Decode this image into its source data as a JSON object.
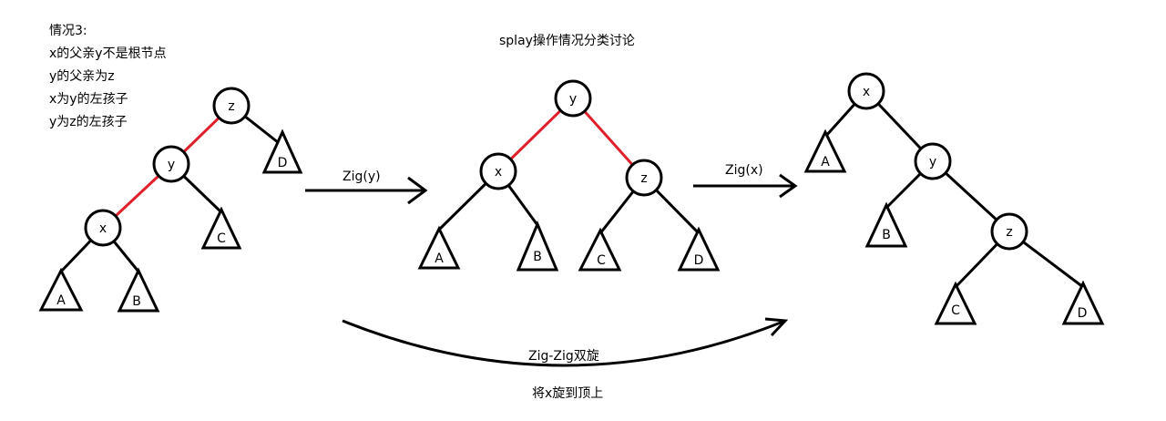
{
  "title": "splay操作情况分类讨论",
  "case_notes": [
    "情况3:",
    "x的父亲y不是根节点",
    "y的父亲为z",
    "x为y的左孩子",
    "y为z的左孩子"
  ],
  "arrows": {
    "zig_y": "Zig(y)",
    "zig_x": "Zig(x)",
    "zigzig": "Zig-Zig双旋",
    "zigzig_desc": "将x旋到顶上"
  },
  "colors": {
    "edge": "#000000",
    "highlight_edge": "#e0202a",
    "node_fill": "#ffffff"
  },
  "trees": [
    {
      "name": "tree-before",
      "nodes": [
        {
          "id": "z",
          "label": "z"
        },
        {
          "id": "y",
          "label": "y"
        },
        {
          "id": "x",
          "label": "x"
        }
      ],
      "subtrees": [
        {
          "id": "D",
          "label": "D"
        },
        {
          "id": "C",
          "label": "C"
        },
        {
          "id": "A",
          "label": "A"
        },
        {
          "id": "B",
          "label": "B"
        }
      ],
      "highlighted_edges": [
        [
          "z",
          "y"
        ],
        [
          "y",
          "x"
        ]
      ]
    },
    {
      "name": "tree-middle",
      "nodes": [
        {
          "id": "y",
          "label": "y"
        },
        {
          "id": "x",
          "label": "x"
        },
        {
          "id": "z",
          "label": "z"
        }
      ],
      "subtrees": [
        {
          "id": "A",
          "label": "A"
        },
        {
          "id": "B",
          "label": "B"
        },
        {
          "id": "C",
          "label": "C"
        },
        {
          "id": "D",
          "label": "D"
        }
      ],
      "highlighted_edges": [
        [
          "y",
          "x"
        ],
        [
          "y",
          "z"
        ]
      ]
    },
    {
      "name": "tree-after",
      "nodes": [
        {
          "id": "x",
          "label": "x"
        },
        {
          "id": "y",
          "label": "y"
        },
        {
          "id": "z",
          "label": "z"
        }
      ],
      "subtrees": [
        {
          "id": "A",
          "label": "A"
        },
        {
          "id": "B",
          "label": "B"
        },
        {
          "id": "C",
          "label": "C"
        },
        {
          "id": "D",
          "label": "D"
        }
      ],
      "highlighted_edges": []
    }
  ]
}
